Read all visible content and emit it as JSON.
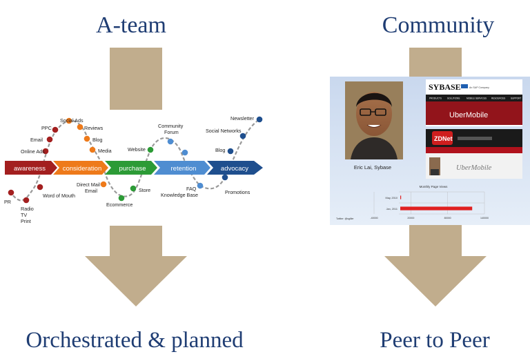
{
  "colors": {
    "heading": "#1f3d73",
    "shaft": "#c1ad8d",
    "awareness": "#a31f1f",
    "consideration": "#ee7a1a",
    "purchase": "#2c9b36",
    "retention": "#4f8dd1",
    "advocacy": "#1f4f8e",
    "panel_bg": "#d7e3f4"
  },
  "left": {
    "title": "A-team",
    "caption": "Orchestrated & planned",
    "stages": [
      {
        "label": "awareness",
        "color": "#a31f1f"
      },
      {
        "label": "consideration",
        "color": "#ee7a1a"
      },
      {
        "label": "purchase",
        "color": "#2c9b36"
      },
      {
        "label": "retention",
        "color": "#4f8dd1"
      },
      {
        "label": "advocacy",
        "color": "#1f4f8e"
      }
    ],
    "touchpoints": {
      "pr": "PR",
      "radio": "Radio",
      "tv": "TV",
      "print": "Print",
      "online_ads": "Online Ads",
      "email": "Email",
      "ppc": "PPC",
      "social_ads": "Social Ads",
      "word_of_mouth": "Word of Mouth",
      "reviews": "Reviews",
      "blog_1": "Blog",
      "media": "Media",
      "direct_mail": "Direct Mail",
      "email_2": "Email",
      "ecommerce": "Ecommerce",
      "store": "Store",
      "website": "Website",
      "community_forum_1": "Community",
      "community_forum_2": "Forum",
      "faq": "FAQ",
      "knowledge_base": "Knowledge Base",
      "blog_2": "Blog",
      "social_networks": "Social Networks",
      "newsletter": "Newsletter",
      "promotions": "Promotions"
    }
  },
  "right": {
    "title": "Community",
    "caption": "Peer to Peer",
    "person_caption": "Eric Lai, Sybase",
    "sybase_logo": "SYBASE",
    "sap_tag": "An SAP Company",
    "sybase_nav": [
      "PRODUCTS",
      "SOLUTIONS",
      "MOBILE SERVICES",
      "RESOURCES",
      "SUPPORT"
    ],
    "ubermobile_1": "UberMobile",
    "zdnet_logo": "ZDNet",
    "ubermobile_2": "UberMobile",
    "chart_title": "Monthly Page Views",
    "twitter": "Twitter: @sgiller"
  },
  "chart_data": {
    "type": "bar",
    "title": "Monthly Page Views",
    "categories": [
      "May, 2010",
      "Jan, 2011"
    ],
    "values": [
      500,
      120000
    ],
    "xlim": [
      -40000,
      140000
    ],
    "xticks": [
      "-40000",
      "20000",
      "80000",
      "140000"
    ],
    "colors": [
      "#e02020",
      "#e02020"
    ],
    "orientation": "horizontal"
  }
}
